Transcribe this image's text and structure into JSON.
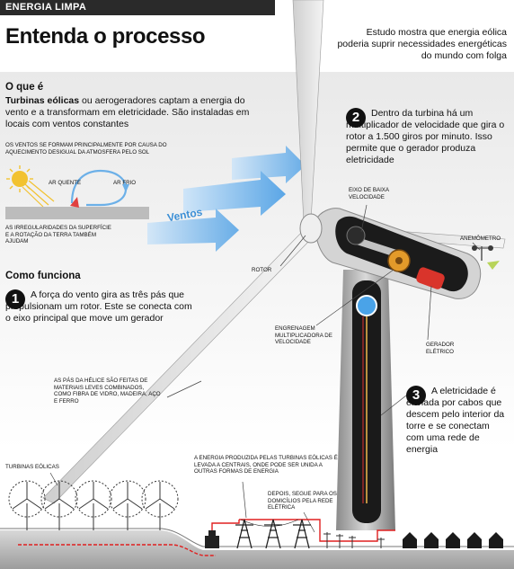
{
  "header": {
    "section_tag": "ENERGIA LIMPA",
    "title": "Entenda o processo",
    "intro": "Estudo mostra que energia eólica poderia suprir necessidades energéticas do mundo com folga"
  },
  "o_que_e": {
    "heading": "O que é",
    "lead_bold": "Turbinas eólicas",
    "text": " ou aerogeradores captam a energia do vento e a transformam em eletricidade. São instaladas em locais com ventos constantes"
  },
  "wind_formation": {
    "caption": "OS VENTOS SE FORMAM PRINCIPALMENTE POR CAUSA DO AQUECIMENTO DESIGUAL DA ATMOSFERA PELO SOL",
    "hot_air": "AR QUENTE",
    "cold_air": "AR FRIO",
    "irregularities": "AS IRREGULARIDADES DA SUPERFÍCIE E A ROTAÇÃO DA TERRA TAMBÉM AJUDAM",
    "wind_label": "Ventos"
  },
  "como_funciona": {
    "heading": "Como funciona",
    "step1_number": "1",
    "step1_text": "A força do vento gira as três pás que propulsionam um rotor. Este se conecta com o eixo principal que move um gerador"
  },
  "step2": {
    "number": "2",
    "text": "Dentro da turbina há um multiplicador de velocidade que gira o rotor a 1.500 giros por minuto. Isso permite que o gerador produza eletricidade"
  },
  "step3": {
    "number": "3",
    "text": "A eletricidade é enviada por cabos que descem pelo interior da torre e se conectam com uma rede de energia"
  },
  "labels": {
    "low_speed_shaft": "EIXO DE BAIXA VELOCIDADE",
    "anemometer": "ANEMÔMETRO",
    "rotor": "ROTOR",
    "gearbox": "ENGRENAGEM MULTIPLICADORA DE VELOCIDADE",
    "generator": "GERADOR ELÉTRICO",
    "blades": "AS PÁS DA HÉLICE SÃO FEITAS DE MATERIAIS LEVES COMBINADOS, COMO FIBRA DE VIDRO, MADEIRA, AÇO E FERRO",
    "turbines": "TURBINAS EÓLICAS",
    "centrals": "A ENERGIA PRODUZIDA PELAS TURBINAS EÓLICAS É LEVADA A CENTRAIS, ONDE PODE SER UNIDA A OUTRAS FORMAS DE ENERGIA",
    "homes": "DEPOIS, SEGUE PARA OS DOMICÍLIOS PELA REDE ELÉTRICA"
  },
  "colors": {
    "wind_blue": "#3b8fd6",
    "cable_red": "#e02020",
    "nacelle_dark": "#1b1b1b",
    "gear_orange": "#e39a2a",
    "generator_red": "#d9342b"
  }
}
